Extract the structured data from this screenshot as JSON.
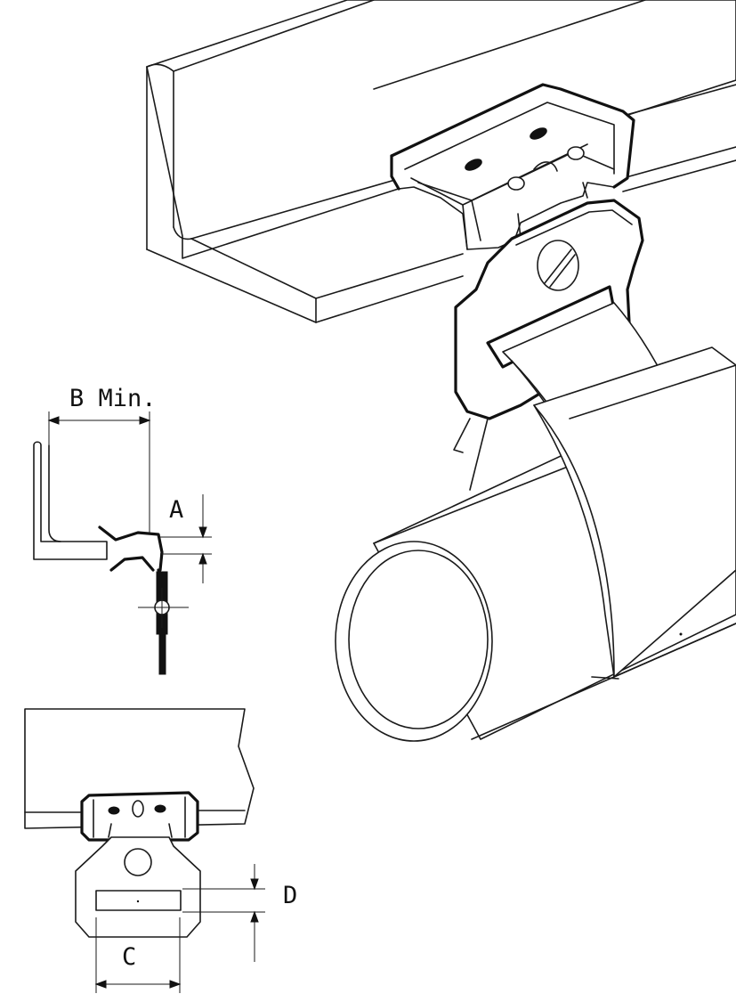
{
  "labels": {
    "b_min": "B Min.",
    "a": "A",
    "c": "C",
    "d": "D"
  }
}
